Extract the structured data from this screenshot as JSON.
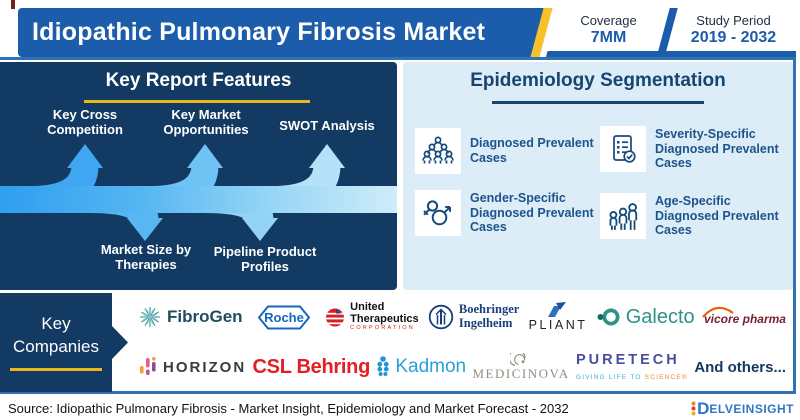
{
  "header": {
    "title": "Idiopathic Pulmonary Fibrosis Market",
    "coverage": {
      "label": "Coverage",
      "value": "7MM"
    },
    "study_period": {
      "label": "Study Period",
      "value": "2019 - 2032"
    }
  },
  "features": {
    "title": "Key Report Features",
    "items": [
      {
        "label": "Key Cross Competition",
        "direction": "up",
        "icon": "up-arrow-icon"
      },
      {
        "label": "Key Market Opportunities",
        "direction": "up",
        "icon": "up-arrow-icon"
      },
      {
        "label": "SWOT Analysis",
        "direction": "up",
        "icon": "up-arrow-icon"
      },
      {
        "label": "Market Size by Therapies",
        "direction": "down",
        "icon": "down-arrow-icon"
      },
      {
        "label": "Pipeline Product Profiles",
        "direction": "down",
        "icon": "down-arrow-icon"
      }
    ]
  },
  "epidemiology": {
    "title": "Epidemiology Segmentation",
    "items": [
      {
        "icon": "audience-icon",
        "label": "Diagnosed Prevalent Cases"
      },
      {
        "icon": "checklist-icon",
        "label": "Severity-Specific Diagnosed Prevalent Cases"
      },
      {
        "icon": "gender-icon",
        "label": "Gender-Specific Diagnosed Prevalent Cases"
      },
      {
        "icon": "age-group-icon",
        "label": "Age-Specific Diagnosed Prevalent Cases"
      }
    ]
  },
  "companies": {
    "label": "Key Companies",
    "row1": [
      {
        "name": "FibroGen",
        "text": "FibroGen",
        "icon": "fibrogen-starburst-icon"
      },
      {
        "name": "Roche",
        "text": "Roche",
        "icon": "roche-hexagon-icon"
      },
      {
        "name": "United Therapeutics",
        "line1": "United",
        "line2": "Therapeutics",
        "line3": "CORPORATION",
        "icon": "united-therapeutics-lungs-icon"
      },
      {
        "name": "Boehringer Ingelheim",
        "line1": "Boehringer",
        "line2": "Ingelheim",
        "icon": "boehringer-emblem-icon"
      },
      {
        "name": "Pliant Therapeutics",
        "text": "PLIANT",
        "icon": "pliant-flag-icon"
      },
      {
        "name": "Galecto",
        "text": "Galecto",
        "icon": "galecto-ring-icon"
      },
      {
        "name": "Vicore Pharma",
        "text": "vicore pharma",
        "icon": "vicore-swoosh-icon"
      }
    ],
    "row2": [
      {
        "name": "Horizon Therapeutics",
        "text": "HORIZON",
        "icon": "horizon-bars-icon"
      },
      {
        "name": "CSL Behring",
        "text": "CSL Behring"
      },
      {
        "name": "Kadmon",
        "text": "Kadmon",
        "icon": "kadmon-beads-icon"
      },
      {
        "name": "MediciNova",
        "text": "MEDICINOVA",
        "icon": "medicinova-spiral-icon"
      },
      {
        "name": "PureTech Health",
        "text": "PURETECH",
        "tagline1": "GIVING LIFE TO ",
        "tagline2": "SCIENCE®"
      },
      {
        "name": "And others",
        "text": "And others..."
      }
    ]
  },
  "footer": {
    "source": "Source: Idiopathic Pulmonary Fibrosis - Market Insight, Epidemiology and Market Forecast - 2032",
    "brand_d": "D",
    "brand_rest": "ELVEINSIGHT"
  },
  "colors": {
    "header_blue": "#1b5cab",
    "panel_navy": "#123a63",
    "panel_light_blue": "#ddedf8",
    "accent_yellow": "#eab81e",
    "frame_blue": "#2e74b5",
    "band_gradient_start": "#2f9ff0",
    "band_gradient_end": "#cfecf9",
    "epi_text_blue": "#1d548c",
    "csl_red": "#e31e24",
    "galecto_teal": "#2f9287",
    "brand_blue": "#2e77c8"
  }
}
